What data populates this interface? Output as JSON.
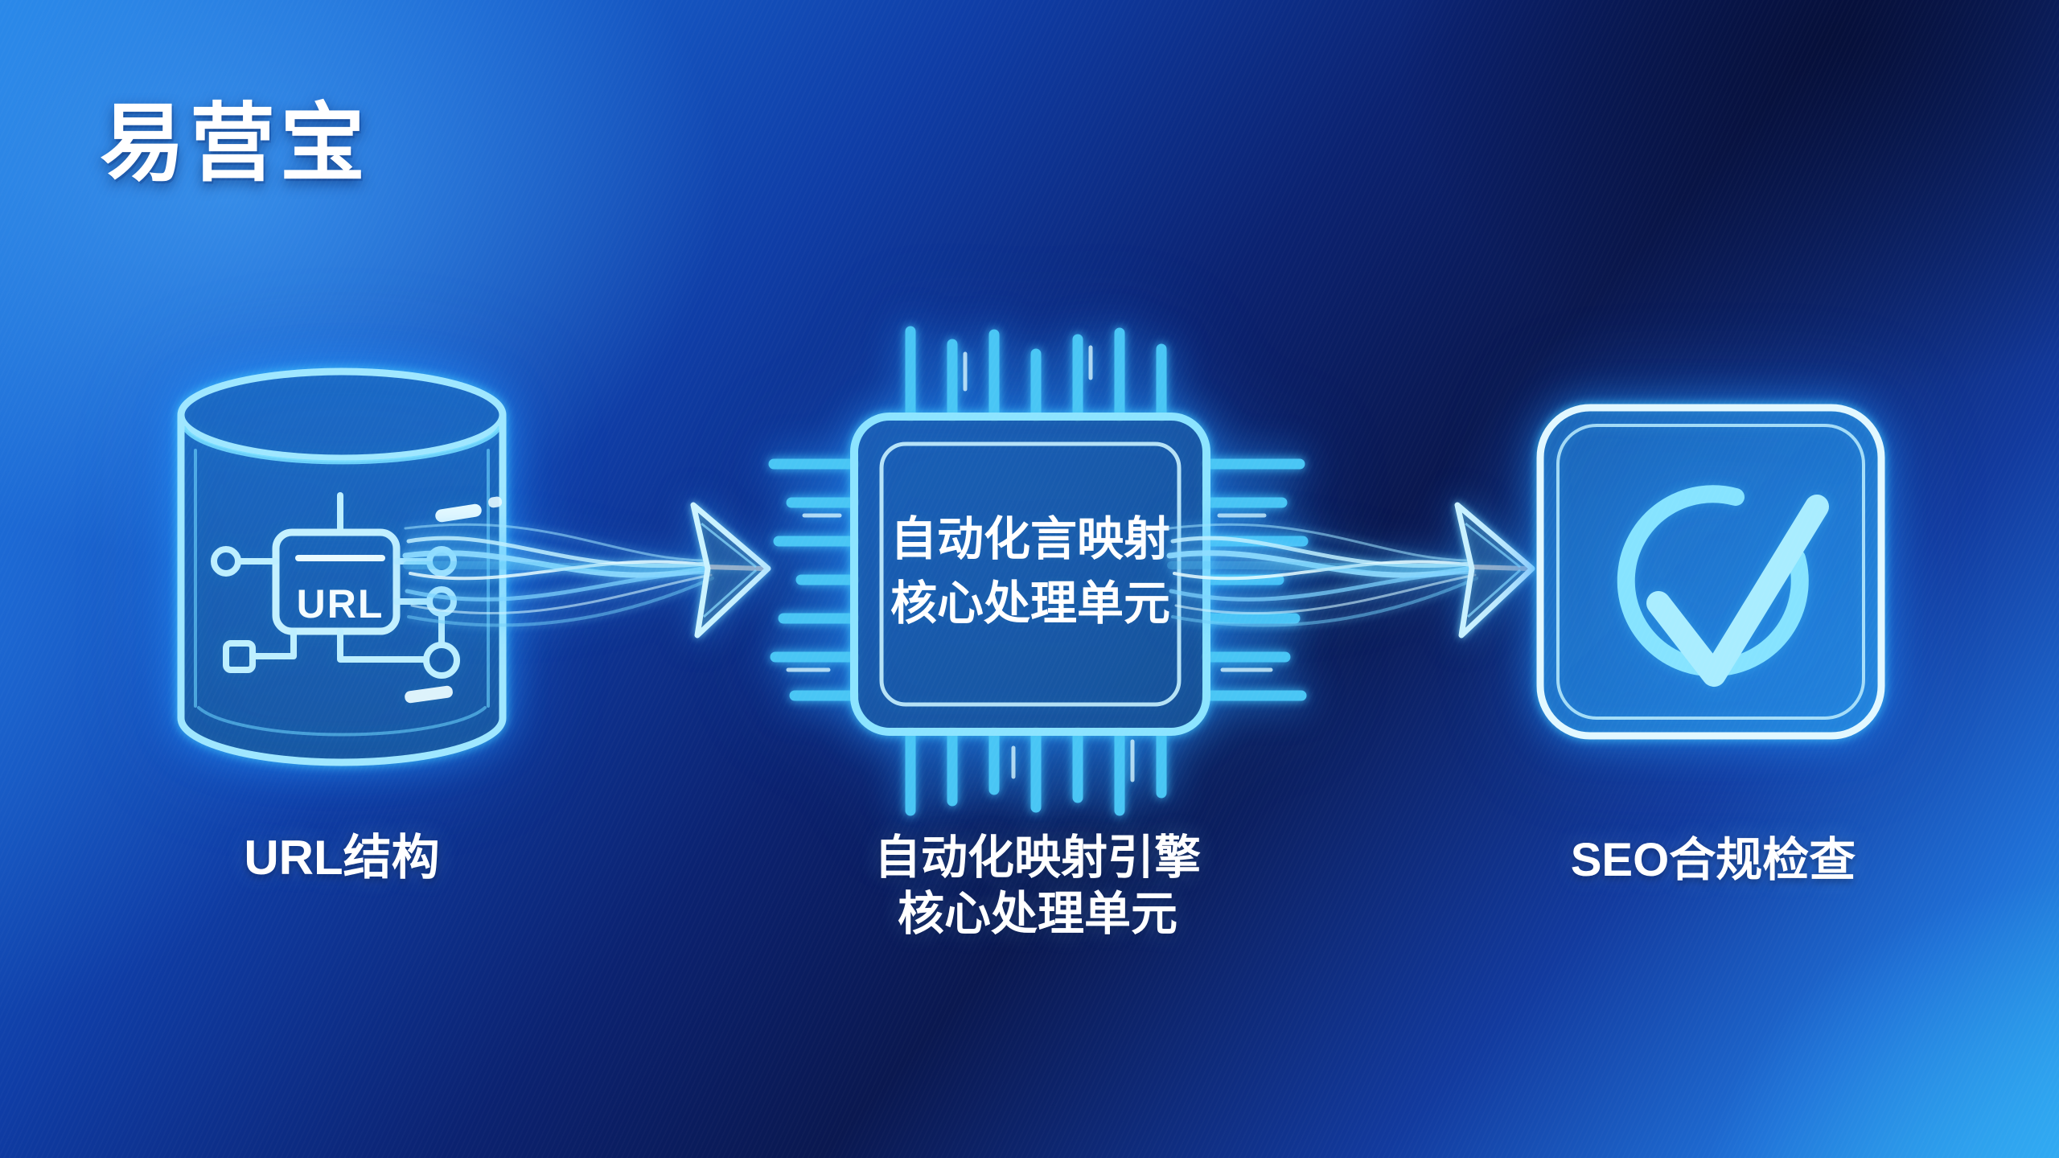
{
  "page": {
    "title": "易营宝"
  },
  "flow": {
    "nodes": [
      {
        "id": "url-structure",
        "icon": "database-url-icon",
        "icon_label": "URL",
        "caption": "URL结构"
      },
      {
        "id": "mapping-engine",
        "icon": "cpu-chip-icon",
        "chip_text_line1": "自动化言映射",
        "chip_text_line2": "核心处理单元",
        "caption_line1": "自动化映射引擎",
        "caption_line2": "核心处理单元"
      },
      {
        "id": "seo-compliance",
        "icon": "check-badge-icon",
        "caption": "SEO合规检查"
      }
    ],
    "connectors": [
      {
        "from": "url-structure",
        "to": "mapping-engine",
        "type": "energy-arrow-right"
      },
      {
        "from": "mapping-engine",
        "to": "seo-compliance",
        "type": "energy-arrow-right"
      }
    ]
  },
  "colors": {
    "background_top_left": "#2283e7",
    "background_dark": "#0a1850",
    "background_bottom_right": "#2ba6ef",
    "neon_primary": "#8ce4ff",
    "neon_bright": "#e6fbff",
    "neon_deep": "#3fc3f2",
    "text_white": "#ffffff"
  }
}
